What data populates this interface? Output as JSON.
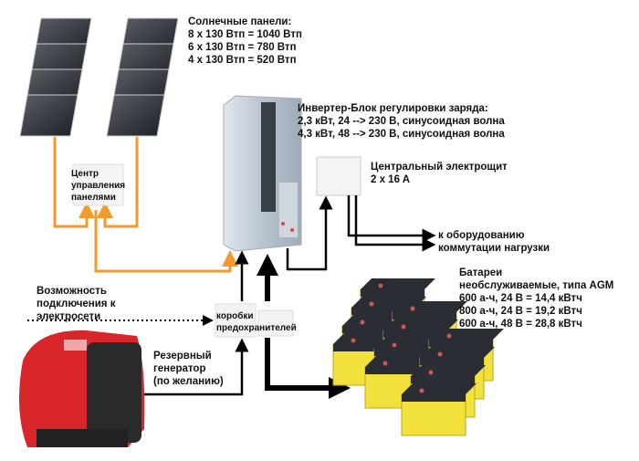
{
  "solar_panels": {
    "title": "Солнечные панели:",
    "lines": [
      "8 x 130 Втп = 1040 Втп",
      "6 x 130 Втп = 780 Втп",
      "4 x 130 Втп = 520 Втп"
    ]
  },
  "panel_control": {
    "lines": [
      "Центр",
      "управления",
      "панелями"
    ]
  },
  "inverter": {
    "title": "Инвертер-Блок регулировки заряда:",
    "lines": [
      "2,3 кВт, 24 --> 230 В, синусоидная волна",
      "4,3 кВт, 48 --> 230 В, синусоидная волна"
    ]
  },
  "distribution_board": {
    "title": "Центральный электрощит",
    "lines": [
      "2 x 16 A"
    ]
  },
  "load": {
    "lines": [
      "к оборудованию",
      "коммутации нагрузки"
    ]
  },
  "batteries": {
    "title": "Батареи",
    "lines": [
      "необслуживаемые, типа AGM",
      "600 а-ч, 24 В = 14,4 кВтч",
      "800 а-ч, 24 В = 19,2 кВтч",
      "600 а-ч, 48 В = 28,8 кВтч"
    ]
  },
  "grid": {
    "lines": [
      "Возможность",
      "подключения к",
      "электросети"
    ]
  },
  "fuse_boxes": {
    "lines": [
      "коробки",
      "предохранителей"
    ]
  },
  "generator": {
    "lines": [
      "Резервный",
      "генератор",
      "(по желанию)"
    ]
  },
  "colors": {
    "solar_line": "#f39a2c",
    "power_line": "#000000",
    "battery": "#f2e13a",
    "panel": "#2a2d33"
  }
}
